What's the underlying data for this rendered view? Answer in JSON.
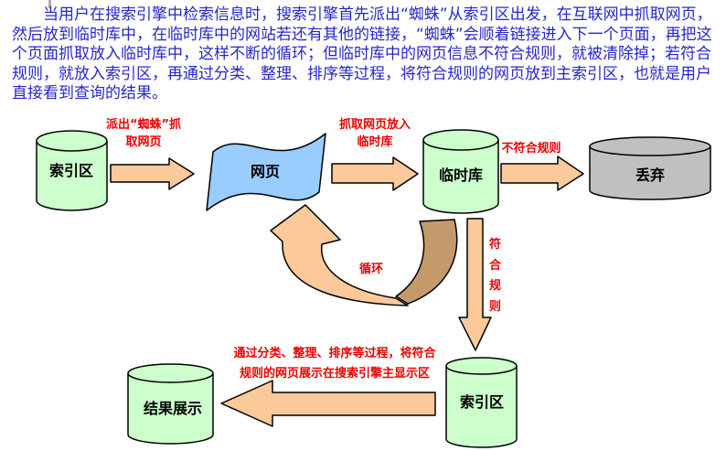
{
  "intro": {
    "text": "当用户在搜索引擎中检索信息时，搜索引擎首先派出“蜘蛛”从索引区出发，在互联网中抓取网页，然后放到临时库中，在临时库中的网站若还有其他的链接，“蜘蛛”会顺着链接进入下一个页面，再把这个页面抓取放入临时库中，这样不断的循环；但临时库中的网页信息不符合规则，就被清除掉；若符合规则，就放入索引区，再通过分类、整理、排序等过程，将符合规则的网页放到主索引区，也就是用户直接看到查询的结果。"
  },
  "diagram": {
    "nodes": {
      "index_area_top": {
        "label": "索引区",
        "shape": "cylinder"
      },
      "webpage": {
        "label": "网页",
        "shape": "wave"
      },
      "temp_store": {
        "label": "临时库",
        "shape": "cylinder"
      },
      "discard": {
        "label": "丢弃",
        "shape": "cylinder"
      },
      "index_area_bottom": {
        "label": "索引区",
        "shape": "cylinder"
      },
      "result_display": {
        "label": "结果展示",
        "shape": "cylinder"
      }
    },
    "edges": {
      "dispatch_spider": {
        "label_line1": "派出“蜘蛛”抓",
        "label_line2": "取网页"
      },
      "grab_to_temp": {
        "label_line1": "抓取网页放入",
        "label_line2": "临时库"
      },
      "not_match_rule": {
        "label": "不符合规则"
      },
      "loop": {
        "label": "循环"
      },
      "match_rule": {
        "label": "符合规则"
      },
      "to_display": {
        "label_line1": "通过分类、整理、排序等过程，将符合",
        "label_line2": "规则的网页展示在搜索引擎主显示区"
      }
    },
    "colors": {
      "node_green": "#ccffcc",
      "webpage_blue": "#99ccff",
      "arrow_orange": "#fcc99a",
      "loop_brown": "#c49a6c",
      "discard_gray": "#c0c0c0",
      "text_blue": "#2626cc",
      "text_red": "#ee0000",
      "outline": "#000000"
    }
  }
}
